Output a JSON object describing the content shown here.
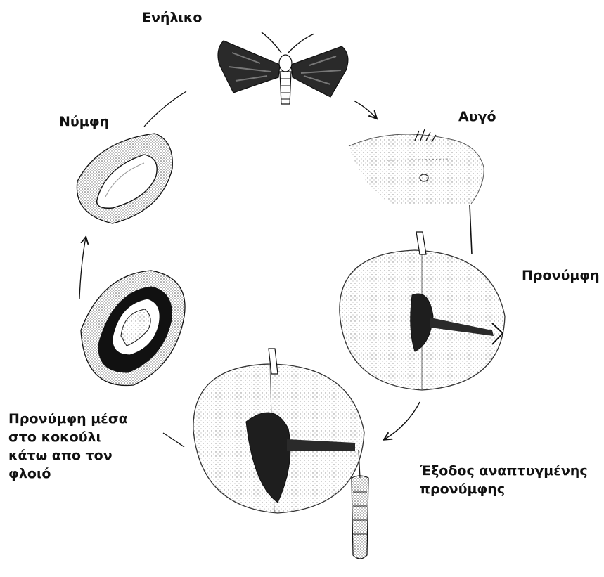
{
  "labels": {
    "adult": "Ενήλικο",
    "egg": "Αυγό",
    "pupa": "Νύμφη",
    "prepupa": "Προνύμφη",
    "cocoon_line1": "Προνύμφη μέσα",
    "cocoon_line2": "στο κοκούλι",
    "cocoon_line3": "κάτω απο τον",
    "cocoon_line4": "φλοιό",
    "exit_line1": "Έξοδος αναπτυγμένης",
    "exit_line2": "προνύμφης"
  },
  "colors": {
    "ink": "#111111",
    "background": "#ffffff",
    "stipple": "#9a9a9a"
  }
}
